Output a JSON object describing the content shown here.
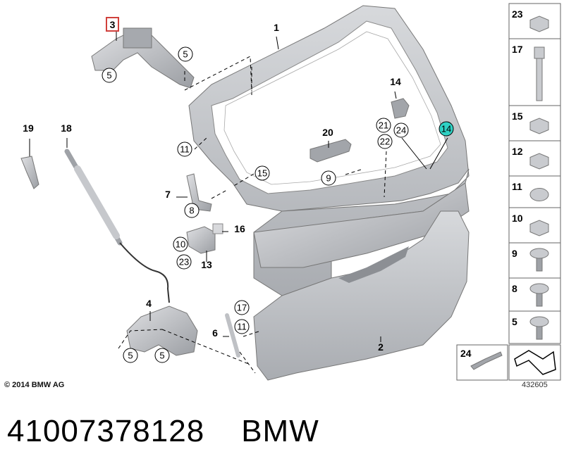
{
  "diagram": {
    "callouts_circled": [
      "5",
      "5",
      "11",
      "15",
      "14",
      "21",
      "24",
      "22",
      "9",
      "8",
      "10",
      "23",
      "17",
      "11",
      "5",
      "5"
    ],
    "callouts_plain": [
      "1",
      "19",
      "18",
      "7",
      "16",
      "13",
      "4",
      "6",
      "2",
      "20",
      "14"
    ],
    "boxed_callout": "3",
    "sidebar_parts": [
      "23",
      "17",
      "15",
      "12",
      "11",
      "10",
      "9",
      "8",
      "5"
    ],
    "sidebar_bottom": "24",
    "colors": {
      "highlight_box": "#d0403c",
      "highlight_circle": "#2fd1c4",
      "part_grey": "#c9cbcf",
      "part_dark": "#9ea1a6",
      "sidebar_border": "#666666"
    }
  },
  "footer": {
    "copyright": "© 2014 BMW AG",
    "diagram_id": "432605"
  },
  "caption": {
    "part_number": "41007378128",
    "brand": "BMW"
  }
}
